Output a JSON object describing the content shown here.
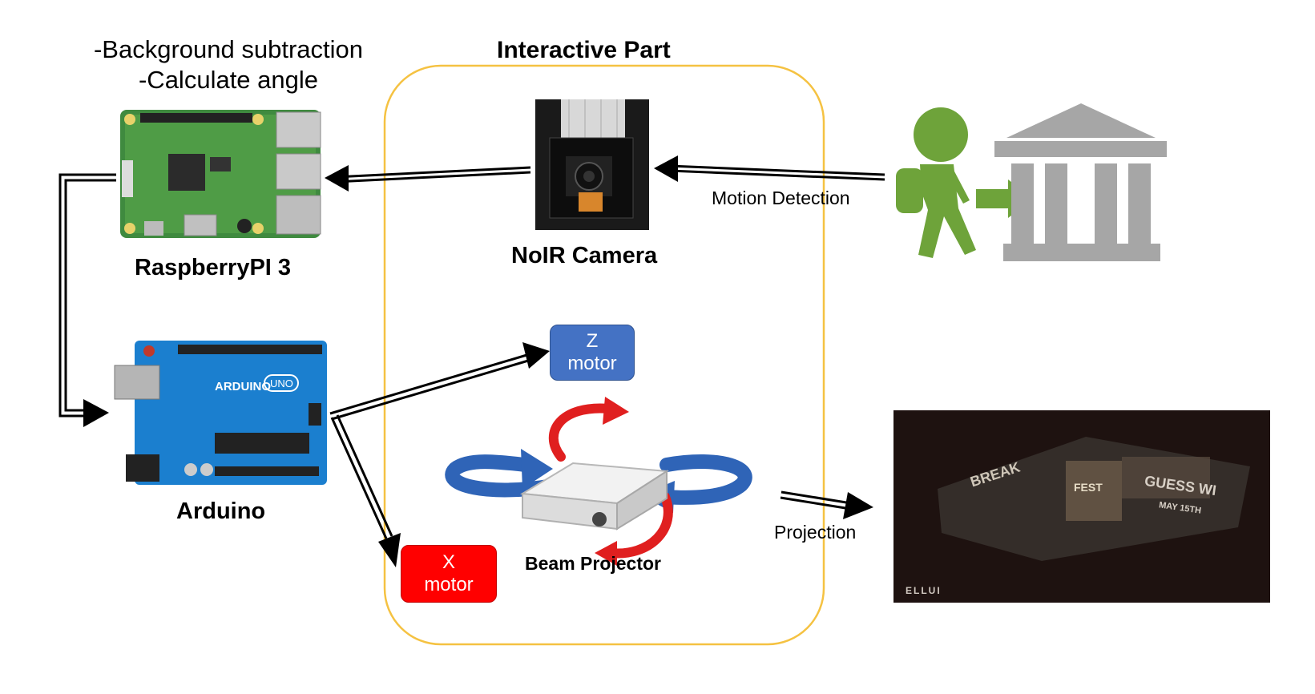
{
  "notes": {
    "line1": "-Background subtraction",
    "line2": "-Calculate angle"
  },
  "labels": {
    "interactive_part": "Interactive Part",
    "raspberry": "RaspberryPI 3",
    "camera": "NoIR Camera",
    "arduino": "Arduino",
    "projector": "Beam Projector",
    "motion_detection": "Motion Detection",
    "projection": "Projection"
  },
  "motors": {
    "z": {
      "line1": "Z",
      "line2": "motor",
      "color": "#4472c4"
    },
    "x": {
      "line1": "X",
      "line2": "motor",
      "color": "#ff0000"
    }
  },
  "projection_scene": {
    "brand": "ELLUI",
    "texts": [
      "GUESS WI",
      "MAY 15TH",
      "BREAK",
      "FEST"
    ]
  },
  "colors": {
    "frame": "#f5c242",
    "arrow": "#000000",
    "rotation_blue": "#2f64b7",
    "rotation_red": "#e01f1f",
    "person_green": "#6ea33a",
    "building_gray": "#a6a6a6"
  }
}
